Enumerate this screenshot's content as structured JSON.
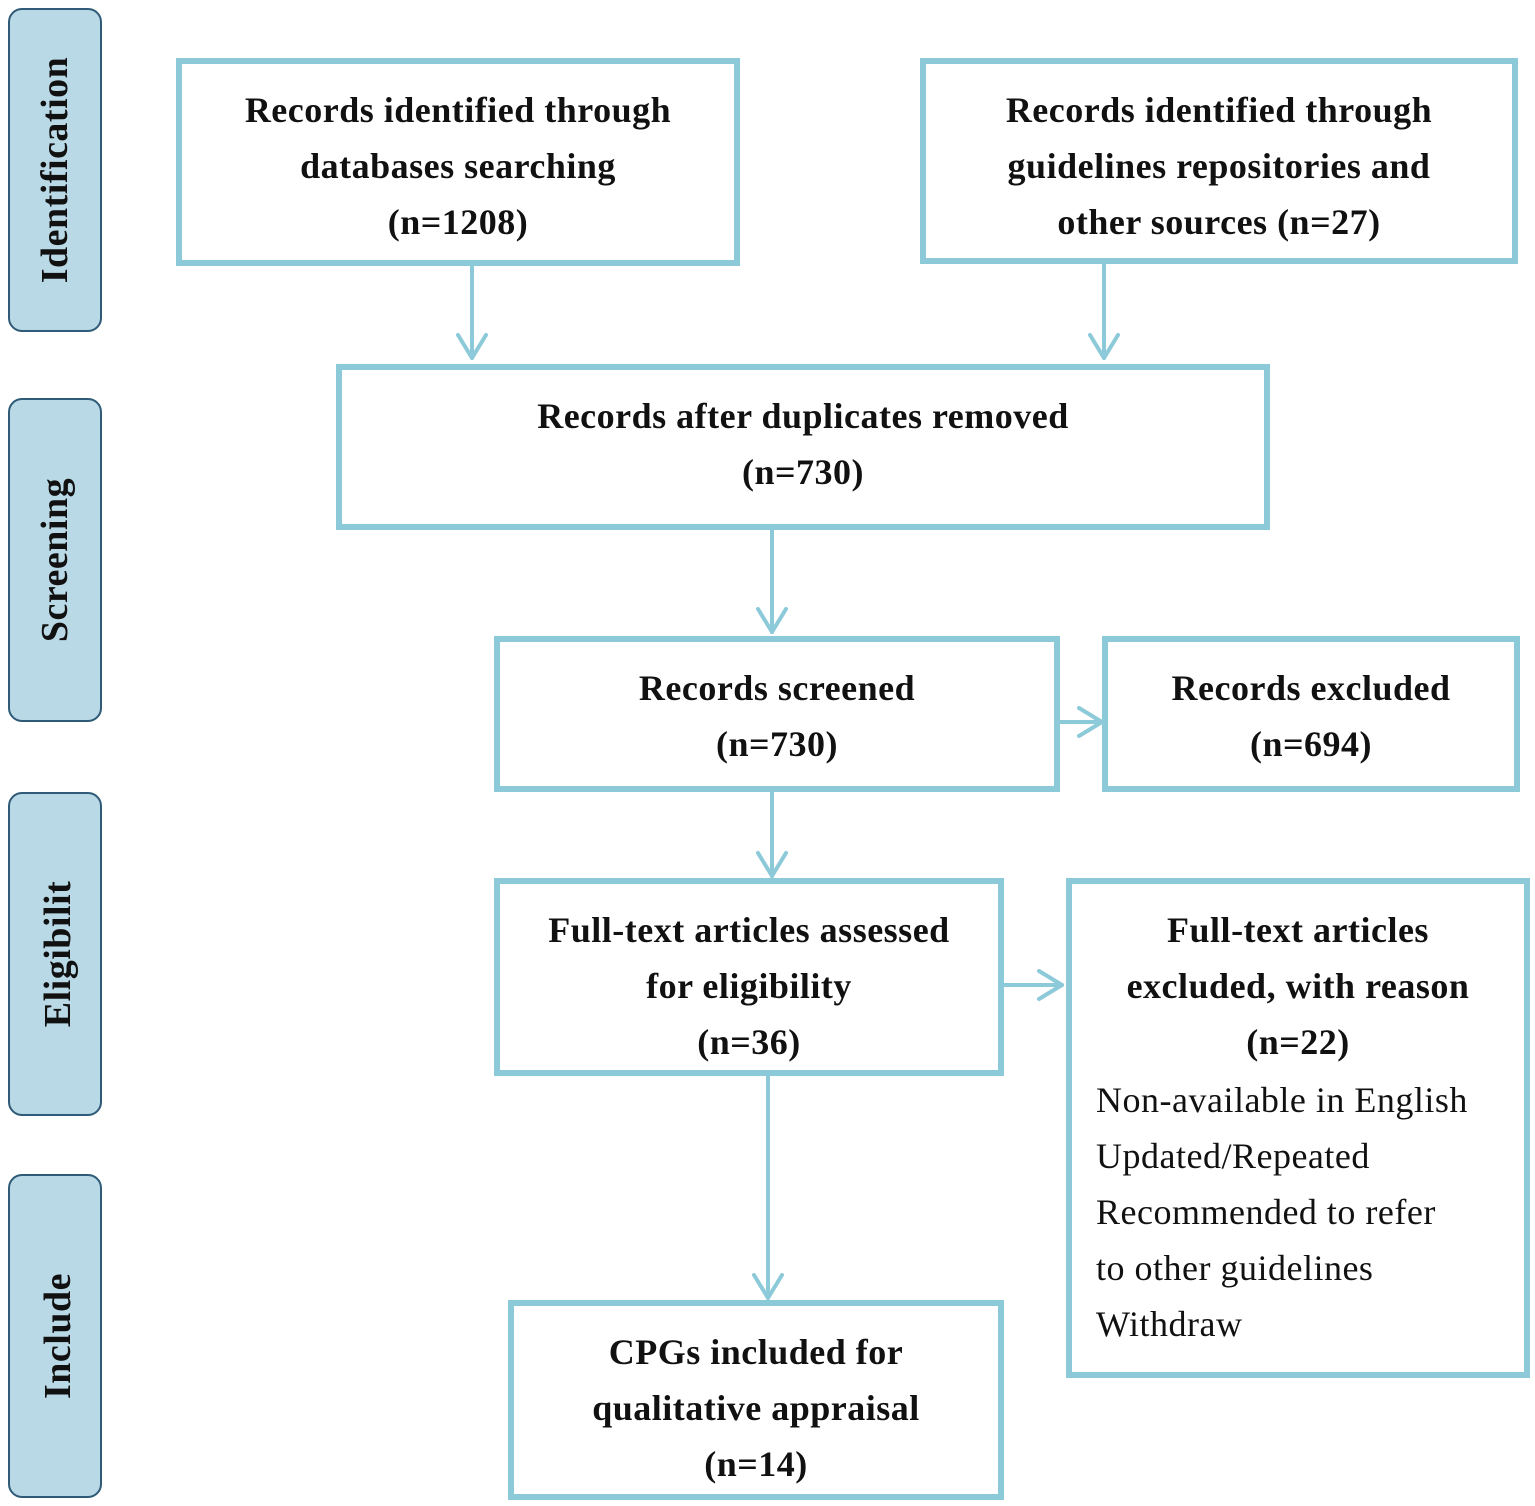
{
  "colors": {
    "box_border": "#8ccad9",
    "arrow": "#8ccad9",
    "phase_fill": "#b9d9e6",
    "phase_border": "#2f5a78"
  },
  "phases": {
    "identification": "Identification",
    "screening": "Screening",
    "eligibility": "Eligibilit",
    "included": "Include"
  },
  "boxes": {
    "databases": {
      "line1": "Records identified through",
      "line2": "databases searching",
      "count": "(n=1208)"
    },
    "repositories": {
      "line1": "Records identified through",
      "line2": "guidelines repositories and",
      "line3": "other sources (n=27)"
    },
    "duplicates": {
      "line1": "Records after duplicates removed",
      "count": "(n=730)"
    },
    "screened": {
      "line1": "Records screened",
      "count": "(n=730)"
    },
    "excluded": {
      "line1": "Records excluded",
      "count": "(n=694)"
    },
    "fulltext": {
      "line1": "Full-text articles assessed",
      "line2": "for eligibility",
      "count": "(n=36)"
    },
    "fulltext_excluded": {
      "line1": "Full-text articles",
      "line2": "excluded, with reason",
      "count": "(n=22)",
      "reasons": [
        "Non-available in English",
        "Updated/Repeated",
        "Recommended to refer",
        "to other guidelines",
        "Withdraw"
      ]
    },
    "included": {
      "line1": "CPGs included for",
      "line2": "qualitative appraisal",
      "count": "(n=14)"
    }
  }
}
